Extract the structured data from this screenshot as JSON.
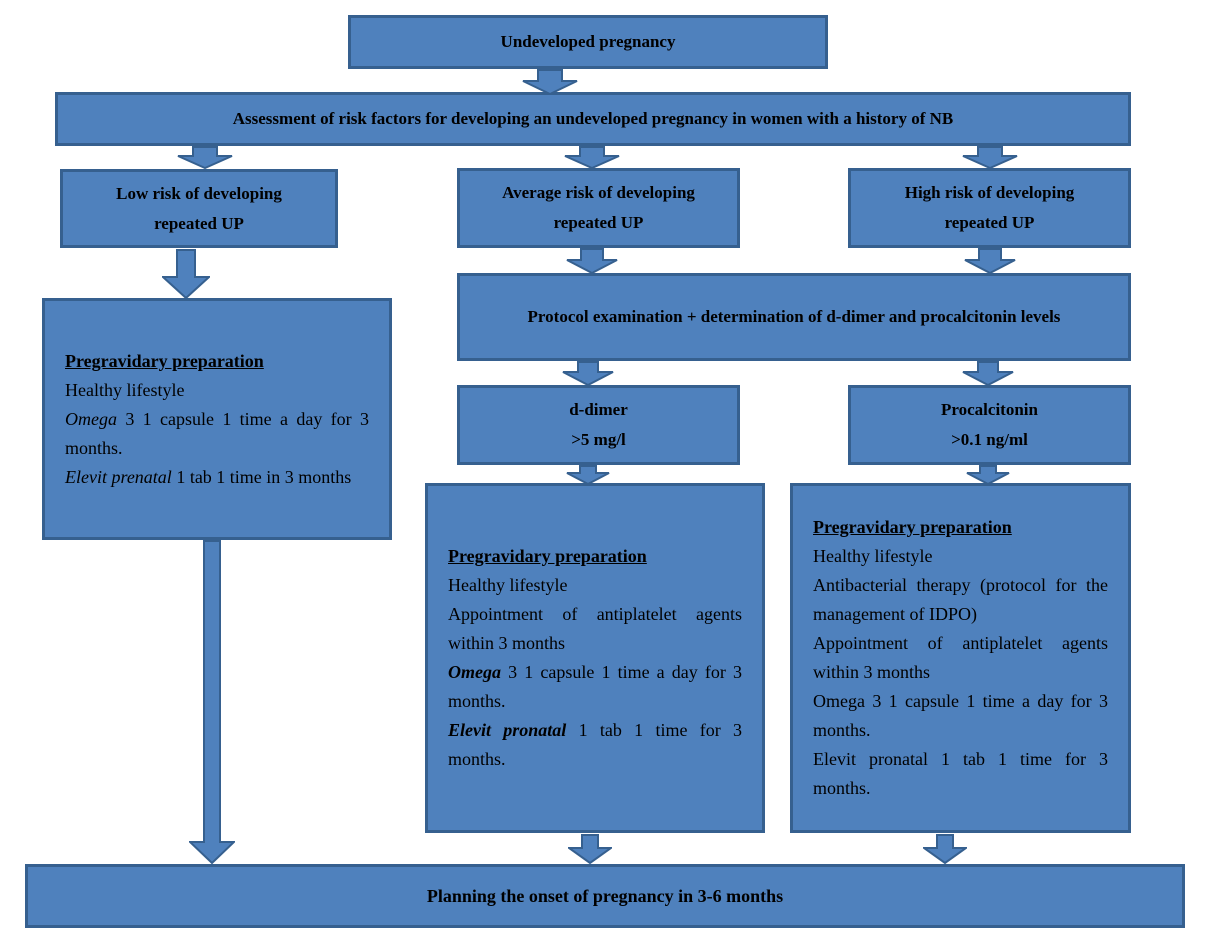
{
  "colors": {
    "box_fill": "#4f81bd",
    "box_border": "#36608f",
    "text": "#000000"
  },
  "flowchart": {
    "top_box": "Undeveloped pregnancy",
    "assessment_box": "Assessment of risk factors for developing an undeveloped pregnancy in women with a history of NB",
    "low_risk": {
      "line1": "Low risk of developing",
      "line2": "repeated UP"
    },
    "average_risk": {
      "line1": "Average risk of developing",
      "line2": "repeated UP"
    },
    "high_risk": {
      "line1": "High risk of developing",
      "line2": "repeated UP"
    },
    "protocol_box": "Protocol examination + determination of d-dimer and procalcitonin levels",
    "d_dimer": {
      "line1": "d-dimer",
      "line2": ">5 mg/l"
    },
    "procalcitonin": {
      "line1": "Procalcitonin",
      "line2": ">0.1 ng/ml"
    },
    "left_prep": {
      "title": "Pregravidary preparation",
      "line_healthy": "Healthy lifestyle",
      "omega_name": "Omega",
      "omega_rest": "3 1 capsule 1 time a day for 3 months.",
      "elevit_name": "Elevit prenatal",
      "elevit_rest": "1 tab 1 time in 3 months"
    },
    "mid_prep": {
      "title": "Pregravidary preparation",
      "line_healthy": "Healthy lifestyle",
      "line_antiplatelet": "Appointment of antiplatelet agents within 3 months",
      "omega_name": "Omega",
      "omega_rest": "3 1 capsule 1 time a day for 3 months.",
      "elevit_name": "Elevit pronatal",
      "elevit_rest": "1 tab 1 time for 3 months."
    },
    "right_prep": {
      "title": "Pregravidary preparation",
      "line_healthy": "Healthy lifestyle",
      "line_antibacterial": "Antibacterial therapy (protocol for the management of IDPO)",
      "line_antiplatelet": "Appointment of antiplatelet agents within 3 months",
      "line_omega": "Omega 3 1 capsule 1 time a day for 3 months.",
      "line_elevit": "Elevit pronatal 1 tab 1 time for 3 months."
    },
    "bottom_box": "Planning the onset of pregnancy in 3-6 months"
  }
}
